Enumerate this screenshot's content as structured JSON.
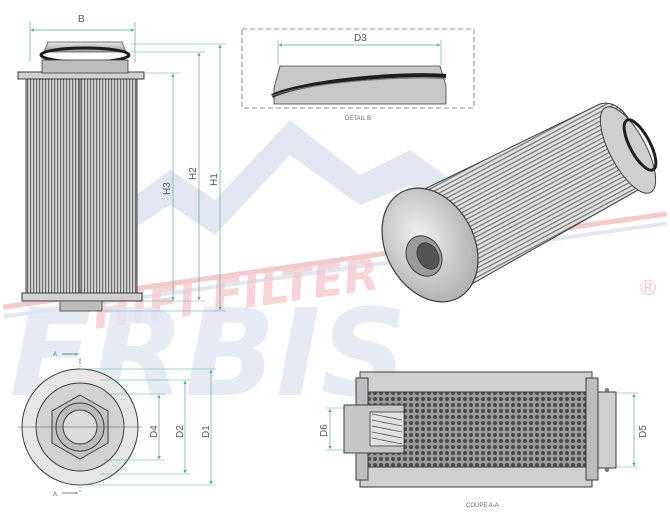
{
  "watermark": {
    "line1": "HIFI FILTER",
    "line2": "ERBIS",
    "registered": "®",
    "colors": {
      "red": "#e8a0a6",
      "blue": "#c9d3e6"
    }
  },
  "front_view": {
    "width_label": "B",
    "height_labels": {
      "h3": "H3",
      "h2": "H2",
      "h1": "H1"
    }
  },
  "detail_view": {
    "diameter_label": "D3",
    "caption": "DETAIL B"
  },
  "bottom_view": {
    "section_marker_top": "A",
    "section_marker_bottom": "A",
    "diameter_labels": {
      "d4": "D4",
      "d2": "D2",
      "d1": "D1"
    }
  },
  "section_view": {
    "diameter_labels": {
      "d6": "D6",
      "d5": "D5"
    },
    "caption": "COUPE A-A"
  },
  "colors": {
    "dimension_line": "#5aa6a0",
    "dashed_frame": "#6a6a80",
    "steel_dark": "#3d3d3d",
    "steel_light": "#d8d8d8",
    "seal": "#1e1e1e"
  }
}
